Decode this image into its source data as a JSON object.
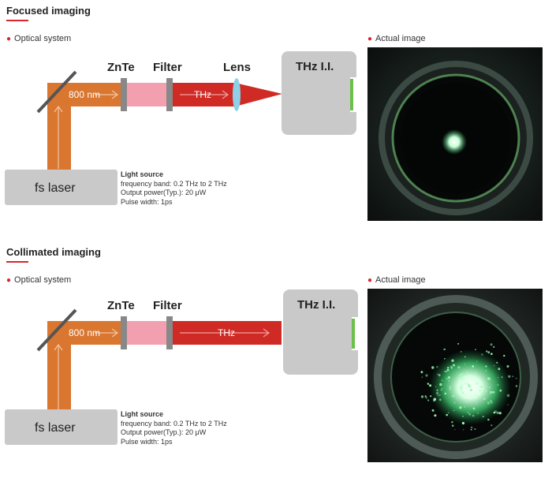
{
  "sections": [
    {
      "title": "Focused imaging",
      "optical_label": "Optical system",
      "image_label": "Actual image",
      "components": {
        "zntte": "ZnTe",
        "filter": "Filter",
        "lens": "Lens",
        "intensifier": "THz I.I.",
        "laser": "fs laser",
        "wavelength": "800 nm",
        "beam": "THz"
      },
      "light_source": {
        "title": "Light source",
        "lines": [
          "frequency band: 0.2 THz to 2 THz",
          "Output power(Typ.): 20 μW",
          "Pulse width: 1ps"
        ]
      }
    },
    {
      "title": "Collimated imaging",
      "optical_label": "Optical system",
      "image_label": "Actual image",
      "components": {
        "zntte": "ZnTe",
        "filter": "Filter",
        "intensifier": "THz I.I.",
        "laser": "fs laser",
        "wavelength": "800 nm",
        "beam": "THz"
      },
      "light_source": {
        "title": "Light source",
        "lines": [
          "frequency band: 0.2 THz to 2 THz",
          "Output power(Typ.): 20 μW",
          "Pulse width: 1ps"
        ]
      }
    }
  ],
  "colors": {
    "accent": "#d6262b",
    "laser_beam": "#d9762f",
    "thz_beam": "#cf2a24",
    "crystal": "#f2a0b0",
    "device": "#c9c9c9",
    "lens": "#8fd0e8",
    "screen": "#6cc04a"
  }
}
